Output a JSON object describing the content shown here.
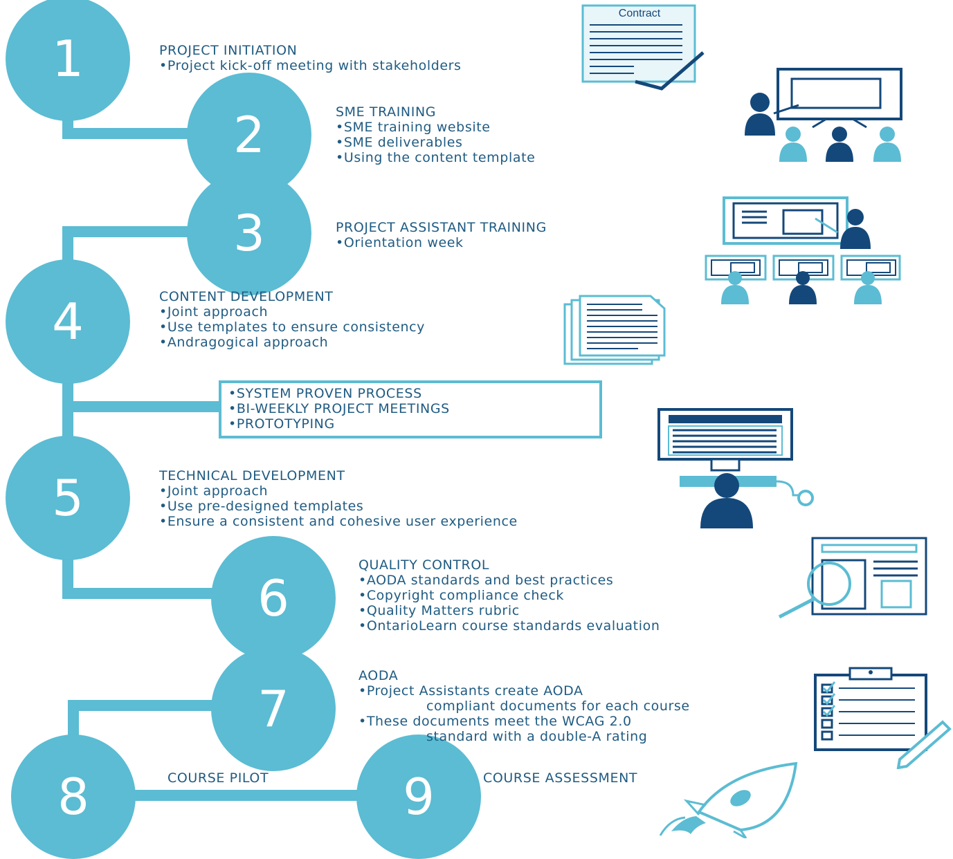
{
  "colors": {
    "circle": "#5bbcd3",
    "line": "#5bbcd3",
    "dark": "#14487a",
    "text": "#1f5b82"
  },
  "steps": [
    {
      "number": "1",
      "title": "PROJECT INITIATION",
      "items": [
        "Project kick-off meeting with stakeholders"
      ]
    },
    {
      "number": "2",
      "title": "SME TRAINING",
      "items": [
        "SME training website",
        "SME deliverables",
        "Using the content template"
      ]
    },
    {
      "number": "3",
      "title": "PROJECT ASSISTANT TRAINING",
      "items": [
        "Orientation week"
      ]
    },
    {
      "number": "4",
      "title": "CONTENT DEVELOPMENT",
      "items": [
        "Joint approach",
        "Use templates to ensure consistency",
        "Andragogical approach"
      ]
    },
    {
      "number": "5",
      "title": "TECHNICAL DEVELOPMENT",
      "items": [
        "Joint approach",
        "Use pre-designed templates",
        "Ensure a consistent and cohesive user experience"
      ]
    },
    {
      "number": "6",
      "title": "QUALITY CONTROL",
      "items": [
        "AODA standards and best practices",
        "Copyright compliance check",
        "Quality Matters rubric",
        "OntarioLearn course standards evaluation"
      ]
    },
    {
      "number": "7",
      "title": "AODA",
      "items": [
        {
          "line1": "Project Assistants create AODA",
          "line2": "compliant documents for each course"
        },
        {
          "line1": "These documents meet the WCAG 2.0",
          "line2": "standard with a double-A rating"
        }
      ]
    },
    {
      "number": "8",
      "title": "COURSE PILOT",
      "items": []
    },
    {
      "number": "9",
      "title": "COURSE ASSESSMENT",
      "items": []
    }
  ],
  "process_box": {
    "items": [
      "SYSTEM PROVEN PROCESS",
      "BI-WEEKLY PROJECT MEETINGS",
      "PROTOTYPING"
    ]
  },
  "contract_label": "Contract",
  "icons": [
    "contract-icon",
    "training-presentation-icon",
    "assistant-training-icon",
    "documents-icon",
    "computer-user-icon",
    "magnifier-document-icon",
    "checklist-clipboard-icon",
    "rocket-icon"
  ]
}
